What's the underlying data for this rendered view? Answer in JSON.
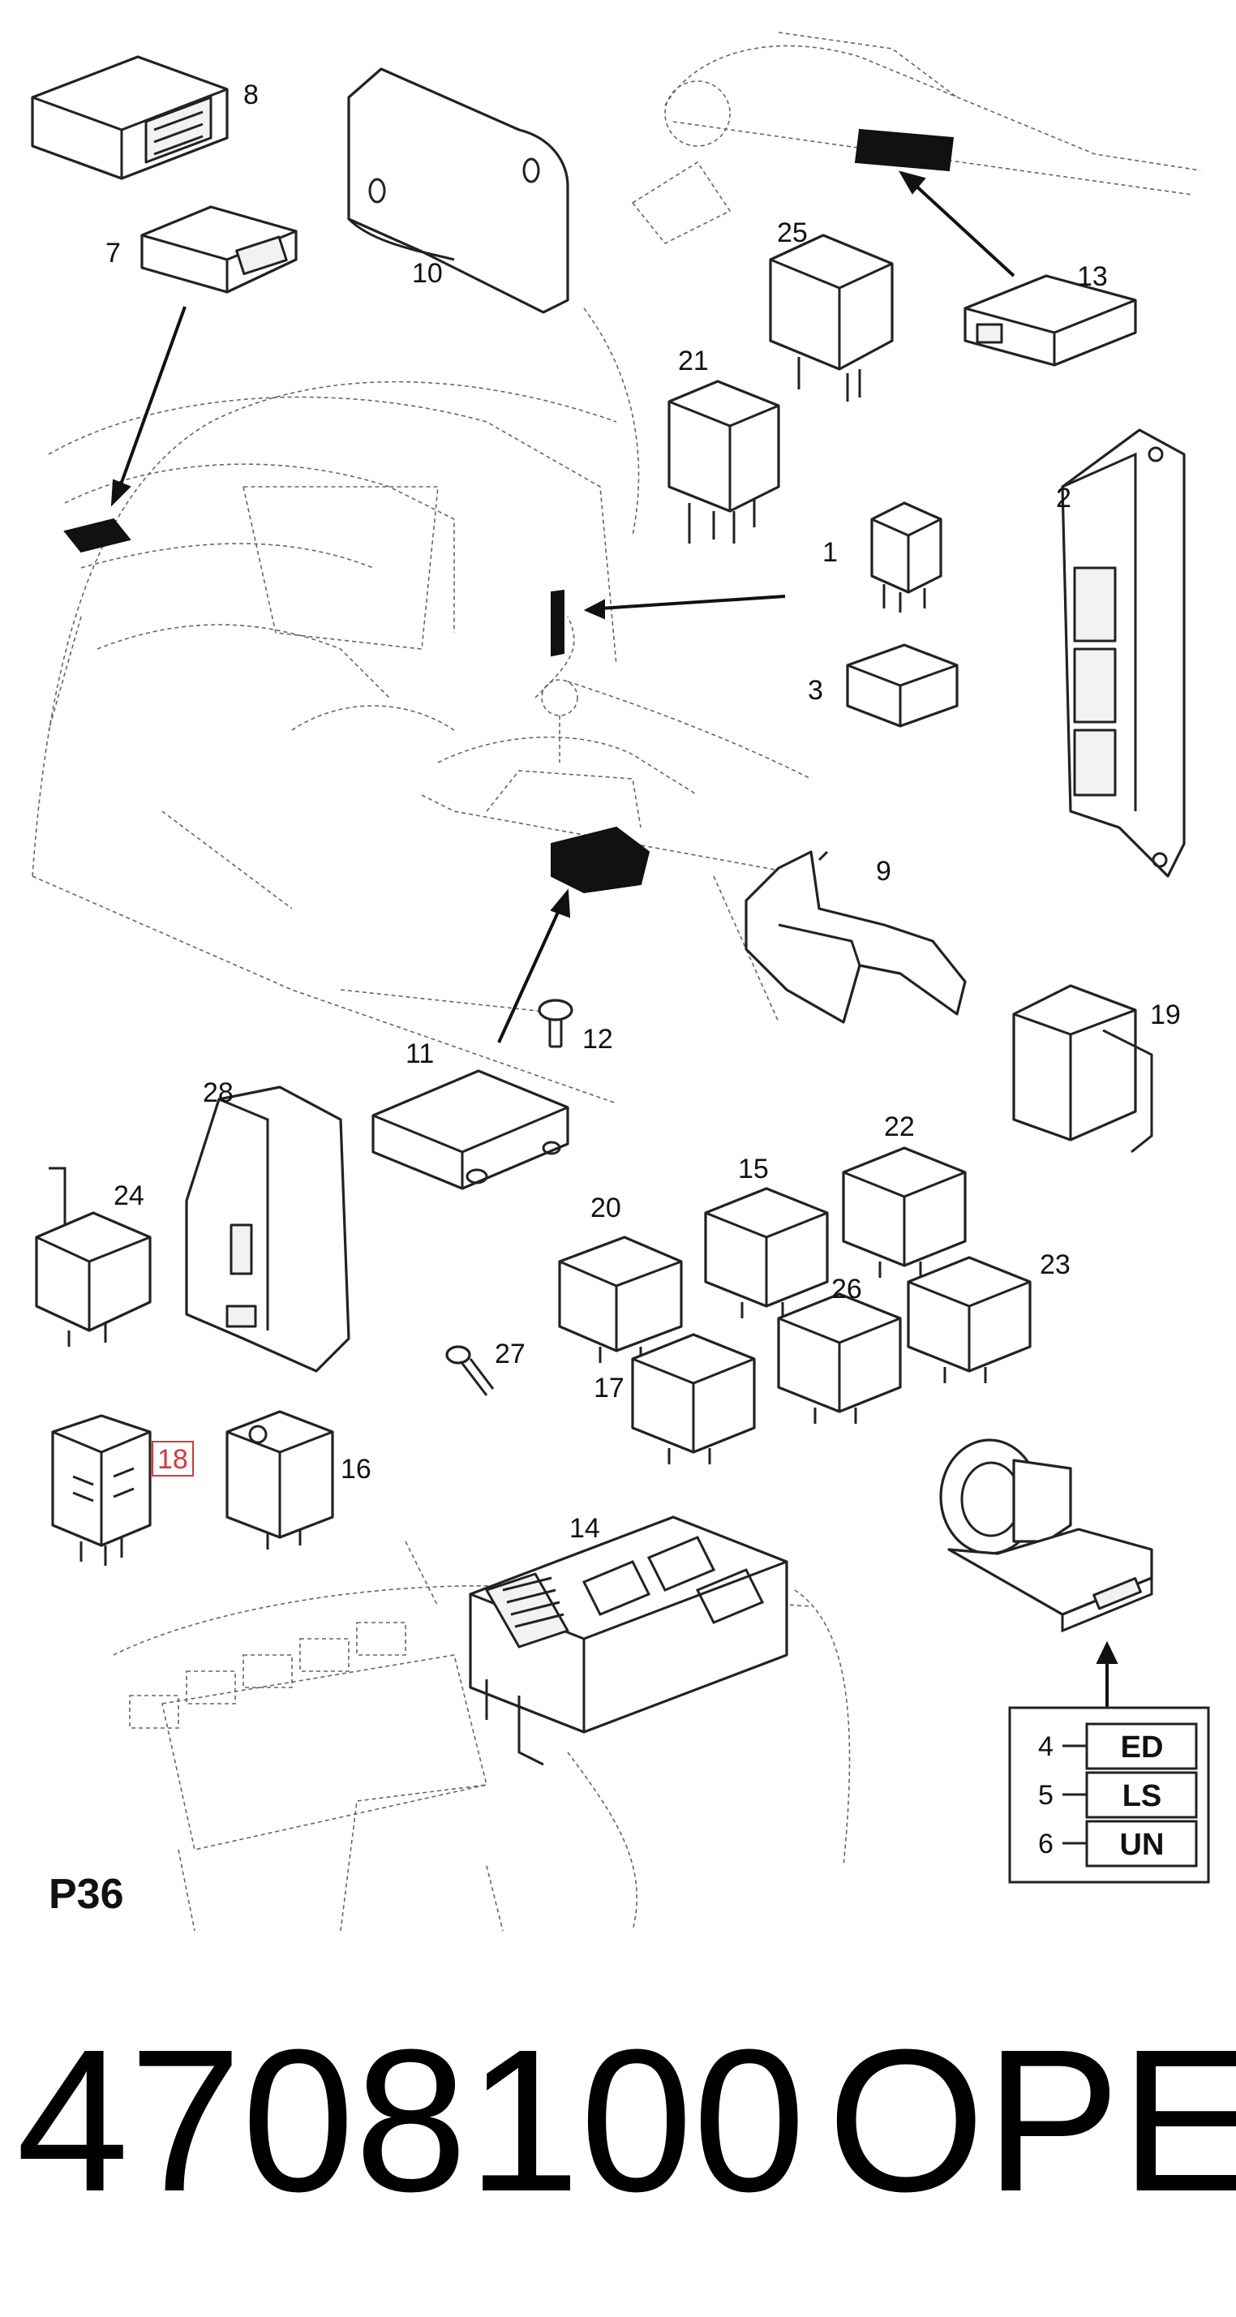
{
  "diagram": {
    "page_code": "P36",
    "part_labels": [
      "1",
      "2",
      "3",
      "7",
      "8",
      "9",
      "10",
      "11",
      "12",
      "13",
      "14",
      "15",
      "16",
      "17",
      "18",
      "19",
      "20",
      "21",
      "22",
      "23",
      "24",
      "25",
      "26",
      "27",
      "28"
    ],
    "highlighted_label": "18",
    "legend": [
      {
        "num": "4",
        "code": "ED"
      },
      {
        "num": "5",
        "code": "LS"
      },
      {
        "num": "6",
        "code": "UN"
      }
    ]
  },
  "footer": {
    "part_number": "4708100",
    "brand": "OPEL"
  }
}
